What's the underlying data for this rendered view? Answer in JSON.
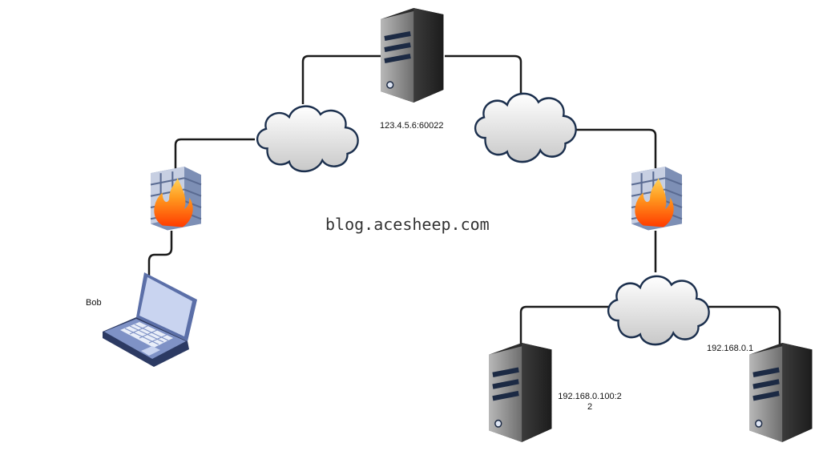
{
  "labels": {
    "bob": "Bob",
    "public_server": "123.4.5.6:60022",
    "server_left_line1": "192.168.0.100:2",
    "server_left_line2": "2",
    "server_right": "192.168.0.1"
  },
  "watermark": "blog.acesheep.com",
  "colors": {
    "line": "#1a1a1a",
    "cloud_fill": "#e6e6e6",
    "cloud_stroke": "#1b2f4d",
    "server_dark": "#3a3a3a",
    "server_light": "#8a8a8a",
    "laptop_screen": "#c9d4f0",
    "laptop_body": "#5b6fa8"
  }
}
